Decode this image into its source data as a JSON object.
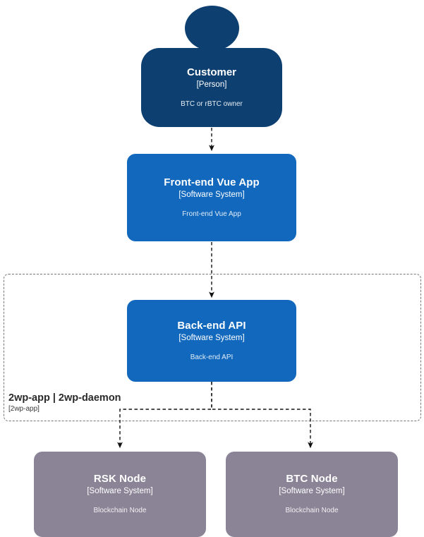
{
  "diagram": {
    "type": "c4-context",
    "background": "#ffffff",
    "colors": {
      "person": "#0d4071",
      "software_system": "#1168bd",
      "external_node": "#8a8496",
      "boundary_border": "#767676",
      "boundary_label": "#2b2b2b",
      "connector": "#111111",
      "node_text": "#ffffff",
      "node_desc_text": "#dfe6ef"
    },
    "nodes": [
      {
        "id": "customer",
        "shape": "person",
        "title": "Customer",
        "type": "[Person]",
        "description": "BTC or rBTC owner",
        "color": "#0d4071"
      },
      {
        "id": "frontend",
        "shape": "box",
        "title": "Front-end Vue App",
        "type": "[Software System]",
        "description": "Front-end Vue App",
        "color": "#1168bd"
      },
      {
        "id": "backend",
        "shape": "box",
        "title": "Back-end API",
        "type": "[Software System]",
        "description": "Back-end API",
        "color": "#1168bd"
      },
      {
        "id": "rsk-node",
        "shape": "box",
        "title": "RSK Node",
        "type": "[Software System]",
        "description": "Blockchain Node",
        "color": "#8a8496"
      },
      {
        "id": "btc-node",
        "shape": "box",
        "title": "BTC Node",
        "type": "[Software System]",
        "description": "Blockchain Node",
        "color": "#8a8496"
      }
    ],
    "boundary": {
      "id": "2wp-boundary",
      "title": "2wp-app | 2wp-daemon",
      "type": "[2wp-app]",
      "style": "dashed"
    },
    "relationships": [
      {
        "from": "customer",
        "to": "frontend",
        "style": "dashed",
        "label": ""
      },
      {
        "from": "frontend",
        "to": "backend",
        "style": "dashed",
        "label": ""
      },
      {
        "from": "backend",
        "to": "rsk-node",
        "style": "dashed",
        "label": ""
      },
      {
        "from": "backend",
        "to": "btc-node",
        "style": "dashed",
        "label": ""
      }
    ]
  }
}
